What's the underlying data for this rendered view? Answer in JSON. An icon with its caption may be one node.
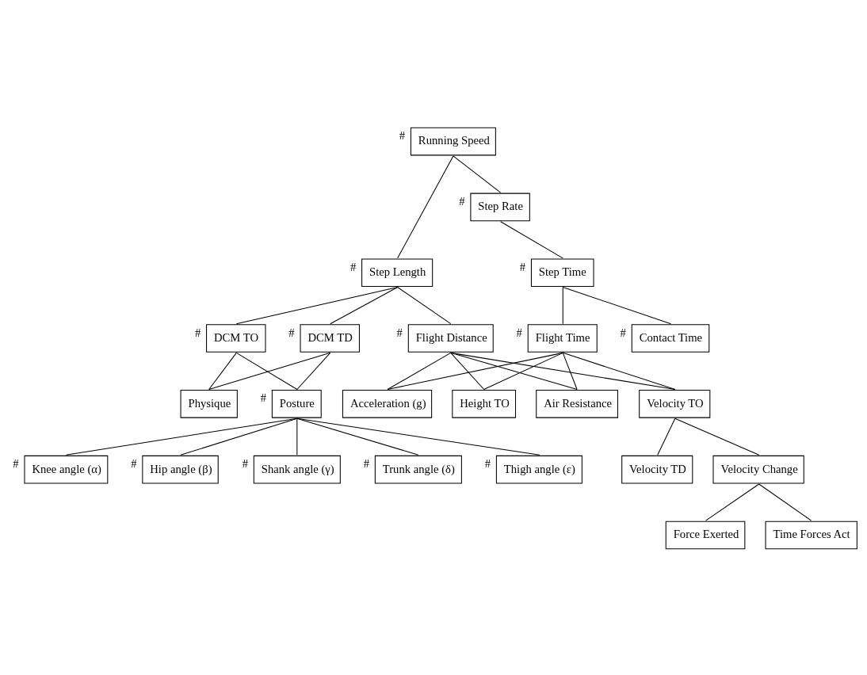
{
  "diagram": {
    "nodes": [
      {
        "text": [
          "Running Speed"
        ],
        "beside": [
          "#"
        ]
      },
      {
        "text": [
          "Step Length"
        ],
        "beside": [
          "#"
        ]
      },
      {
        "text": [
          "Step Rate"
        ],
        "beside": [
          "#"
        ]
      },
      {
        "text": [
          "DCM TO"
        ],
        "beside": [
          "#"
        ]
      },
      {
        "text": [
          "DCM TD"
        ],
        "beside": [
          "#"
        ]
      },
      {
        "text": [
          "Flight Distance"
        ],
        "beside": [
          "#"
        ]
      },
      {
        "text": [
          "Step Time"
        ],
        "beside": [
          "#"
        ]
      },
      {
        "text": [
          "Physique"
        ]
      },
      {
        "text": [
          "Posture"
        ],
        "beside": [
          "#"
        ]
      },
      {
        "text": [
          "Contact Time"
        ],
        "beside": [
          "#"
        ]
      },
      {
        "text": [
          "Flight Time"
        ],
        "beside": [
          "#"
        ]
      },
      {
        "text": [
          "Knee angle (α)"
        ],
        "beside": [
          "#"
        ]
      },
      {
        "text": [
          "Hip angle (β)"
        ],
        "beside": [
          "#"
        ]
      },
      {
        "text": [
          "Shank angle (γ)"
        ],
        "beside": [
          "#"
        ]
      },
      {
        "text": [
          "Trunk angle (δ)"
        ],
        "beside": [
          "#"
        ]
      },
      {
        "text": [
          "Thigh angle (ε)"
        ],
        "beside": [
          "#"
        ]
      },
      {
        "text": [
          "Acceleration (g)"
        ]
      },
      {
        "text": [
          "Height TO"
        ]
      },
      {
        "text": [
          "Air Resistance"
        ]
      },
      {
        "text": [
          "Velocity TO"
        ]
      },
      {
        "text": [
          "Velocity TD"
        ]
      },
      {
        "text": [
          "Velocity Change"
        ]
      },
      {
        "text": [
          "Force Exerted"
        ]
      },
      {
        "text": [
          "Time Forces Act"
        ]
      }
    ],
    "edges": [
      {
        "from": 0,
        "to": 1,
        "arrow": "none"
      },
      {
        "from": 0,
        "to": 2,
        "arrow": "none"
      },
      {
        "from": 1,
        "to": 3,
        "arrow": "none"
      },
      {
        "from": 1,
        "to": 4,
        "arrow": "none"
      },
      {
        "from": 1,
        "to": 5,
        "arrow": "none"
      },
      {
        "from": 2,
        "to": 6,
        "arrow": "none"
      },
      {
        "from": 3,
        "to": 7,
        "arrow": "none"
      },
      {
        "from": 3,
        "to": 8,
        "arrow": "none"
      },
      {
        "from": 4,
        "to": 7,
        "arrow": "none"
      },
      {
        "from": 4,
        "to": 8,
        "arrow": "none"
      },
      {
        "from": 6,
        "to": 9,
        "arrow": "none"
      },
      {
        "from": 6,
        "to": 10,
        "arrow": "none"
      },
      {
        "from": 8,
        "to": 11,
        "arrow": "none"
      },
      {
        "from": 8,
        "to": 12,
        "arrow": "none"
      },
      {
        "from": 8,
        "to": 13,
        "arrow": "none"
      },
      {
        "from": 8,
        "to": 14,
        "arrow": "none"
      },
      {
        "from": 8,
        "to": 15,
        "arrow": "none"
      },
      {
        "from": 5,
        "to": 16,
        "arrow": "none"
      },
      {
        "from": 5,
        "to": 17,
        "arrow": "none"
      },
      {
        "from": 5,
        "to": 18,
        "arrow": "none"
      },
      {
        "from": 5,
        "to": 19,
        "arrow": "none"
      },
      {
        "from": 10,
        "to": 16,
        "arrow": "none"
      },
      {
        "from": 10,
        "to": 17,
        "arrow": "none"
      },
      {
        "from": 10,
        "to": 18,
        "arrow": "none"
      },
      {
        "from": 10,
        "to": 19,
        "arrow": "none"
      },
      {
        "from": 19,
        "to": 20,
        "arrow": "none"
      },
      {
        "from": 19,
        "to": 21,
        "arrow": "none"
      },
      {
        "from": 21,
        "to": 22,
        "arrow": "none"
      },
      {
        "from": 21,
        "to": 23,
        "arrow": "none"
      }
    ]
  }
}
